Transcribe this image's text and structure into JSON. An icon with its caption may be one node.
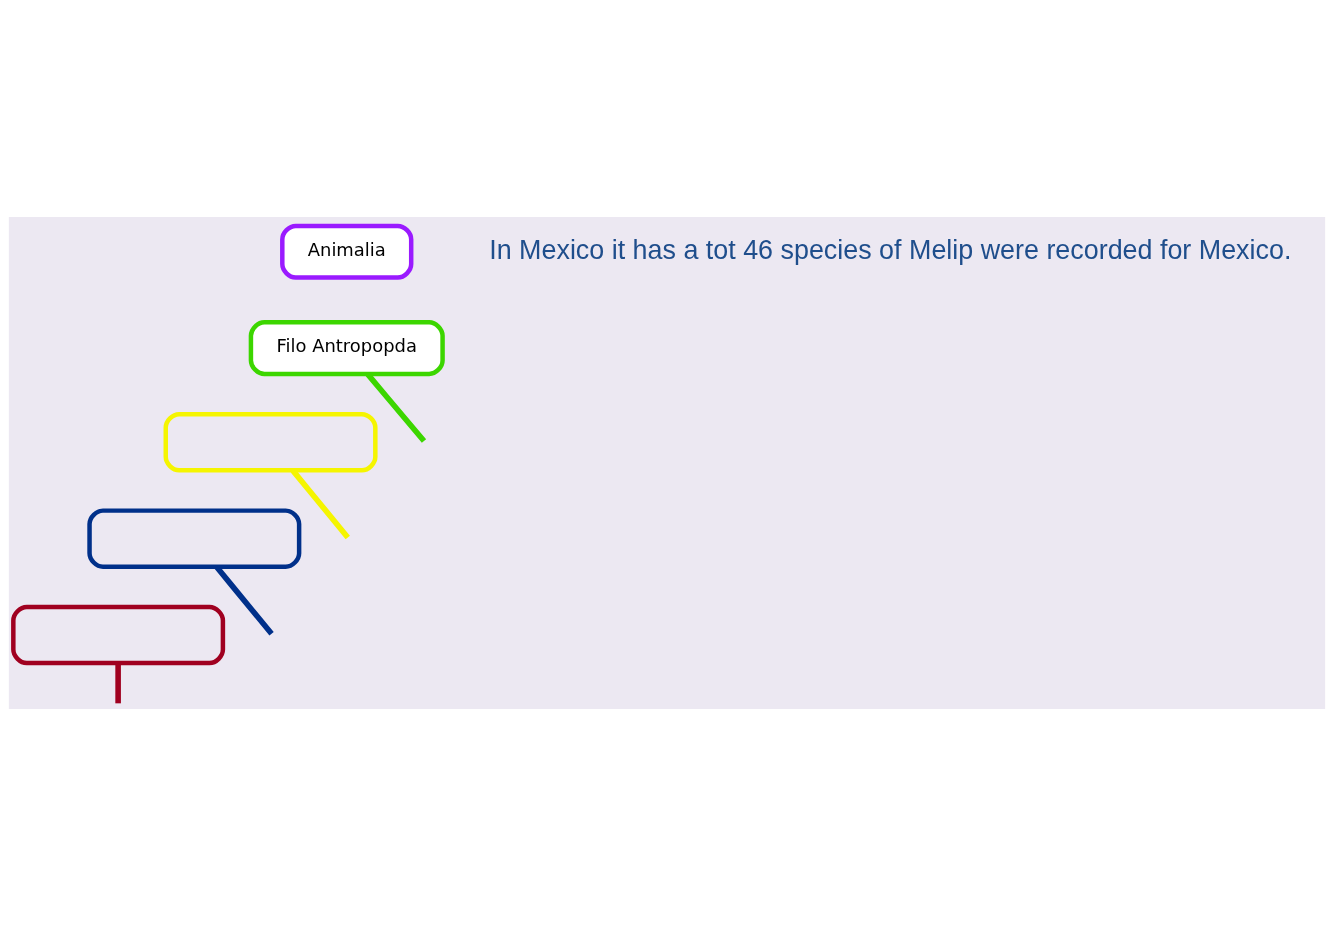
{
  "diagram": {
    "nodes": [
      {
        "text": [
          "Animalia"
        ]
      },
      {
        "text": [
          "Filo Antropopda"
        ]
      },
      {
        "text": [],
        "shape": "box"
      },
      {
        "text": [],
        "shape": "box"
      },
      {
        "text": [],
        "shape": "box"
      }
    ],
    "edges": [
      {
        "from": 1,
        "to": null,
        "arrow": "none",
        "color": "#3cd600"
      },
      {
        "from": 2,
        "to": null,
        "arrow": "none",
        "color": "#f5f500"
      },
      {
        "from": 3,
        "to": null,
        "arrow": "none",
        "color": "#00308a"
      },
      {
        "from": 4,
        "to": null,
        "arrow": "none",
        "color": "#a00020"
      }
    ],
    "labels": [
      "In Mexico it has a tot 46 species of Melip were recorded for Mexico."
    ]
  }
}
